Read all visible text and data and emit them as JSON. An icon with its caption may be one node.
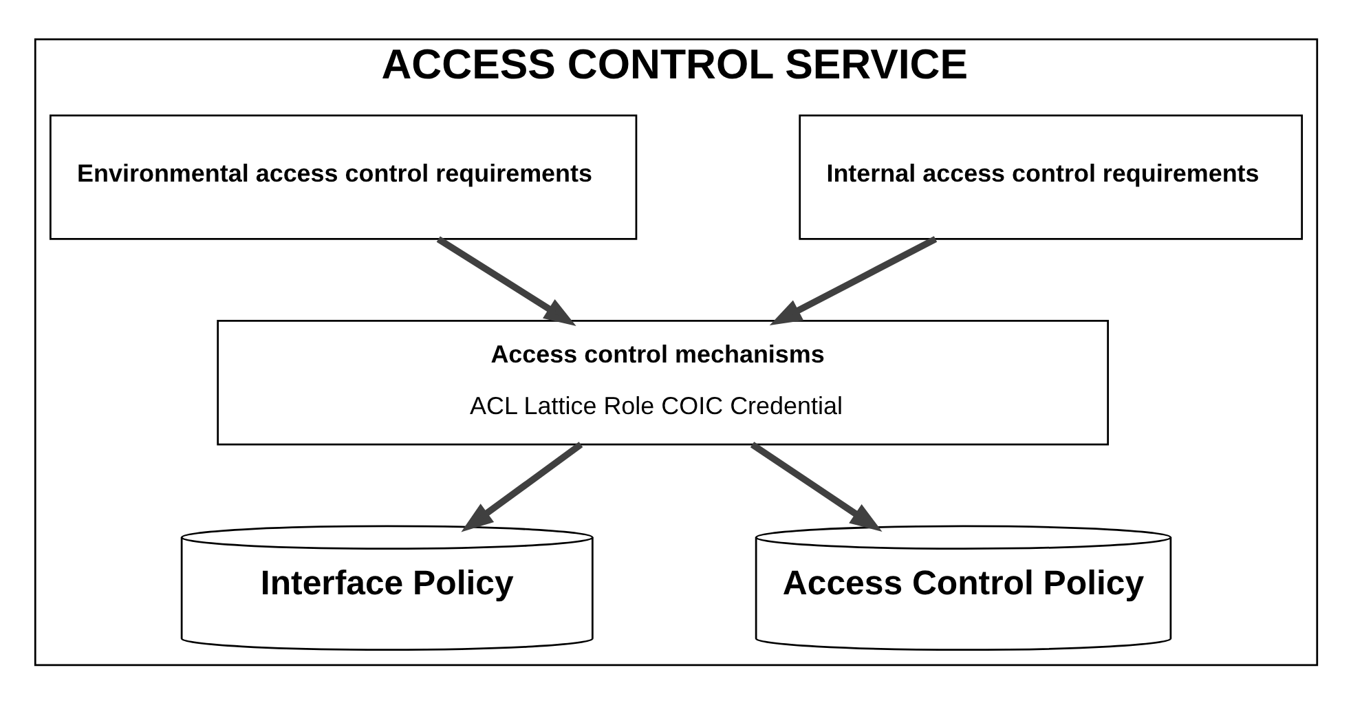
{
  "diagram": {
    "nodes": [
      {
        "text": [
          "ACCESS CONTROL SERVICE"
        ]
      },
      {
        "text": [
          "Environmental access control requirements"
        ],
        "in": 0
      },
      {
        "text": [
          "Internal access control requirements"
        ],
        "in": 0
      },
      {
        "text": [
          "Access control mechanisms",
          "ACL Lattice Role COIC Credential"
        ],
        "in": 0
      },
      {
        "text": [
          "Interface Policy"
        ],
        "in": 0
      },
      {
        "text": [
          "Access Control Policy"
        ],
        "in": 0
      }
    ],
    "edges": [
      {
        "from": 1,
        "to": 3,
        "arrow": "to"
      },
      {
        "from": 2,
        "to": 3,
        "arrow": "to"
      },
      {
        "from": 3,
        "to": 4,
        "arrow": "to"
      },
      {
        "from": 3,
        "to": 5,
        "arrow": "to"
      }
    ]
  }
}
